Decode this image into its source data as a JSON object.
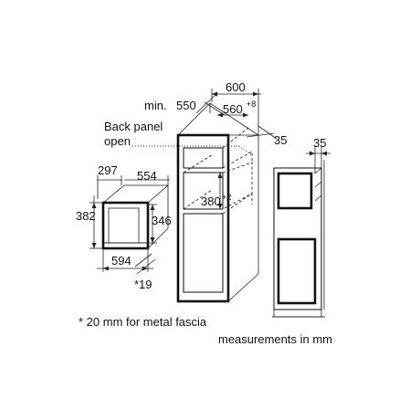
{
  "dimensions": {
    "cabinet_width": "600",
    "min_depth_prefix": "min.",
    "min_depth": "550",
    "niche_width": "560",
    "niche_width_tolerance": "+8",
    "cabinet_depth_offset": "35",
    "back_panel_line1": "Back panel",
    "back_panel_line2": "open",
    "niche_height": "380",
    "niche_height_tolerance": "+2",
    "side_offset": "35",
    "appliance_depth": "297",
    "appliance_width": "554",
    "appliance_height": "382",
    "appliance_inner_height": "346",
    "appliance_base_width": "594",
    "fascia_offset": "*19"
  },
  "notes": {
    "fascia_note": "* 20 mm for metal fascia",
    "units": "measurements in mm"
  }
}
